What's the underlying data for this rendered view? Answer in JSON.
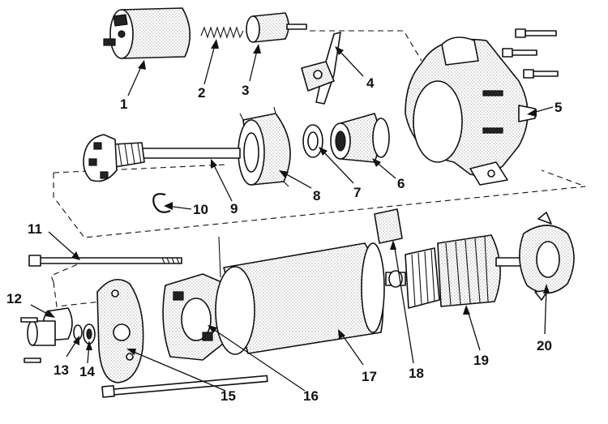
{
  "callouts": [
    {
      "id": "1",
      "text": "1"
    },
    {
      "id": "2",
      "text": "2"
    },
    {
      "id": "3",
      "text": "3"
    },
    {
      "id": "4",
      "text": "4"
    },
    {
      "id": "5",
      "text": "5"
    },
    {
      "id": "6",
      "text": "6"
    },
    {
      "id": "7",
      "text": "7"
    },
    {
      "id": "8",
      "text": "8"
    },
    {
      "id": "9",
      "text": "9"
    },
    {
      "id": "10",
      "text": "10"
    },
    {
      "id": "11",
      "text": "11"
    },
    {
      "id": "12",
      "text": "12"
    },
    {
      "id": "13",
      "text": "13"
    },
    {
      "id": "14",
      "text": "14"
    },
    {
      "id": "15",
      "text": "15"
    },
    {
      "id": "16",
      "text": "16"
    },
    {
      "id": "17",
      "text": "17"
    },
    {
      "id": "18",
      "text": "18"
    },
    {
      "id": "19",
      "text": "19"
    },
    {
      "id": "20",
      "text": "20"
    }
  ],
  "colors": {
    "ink": "#111111",
    "background": "#ffffff"
  }
}
